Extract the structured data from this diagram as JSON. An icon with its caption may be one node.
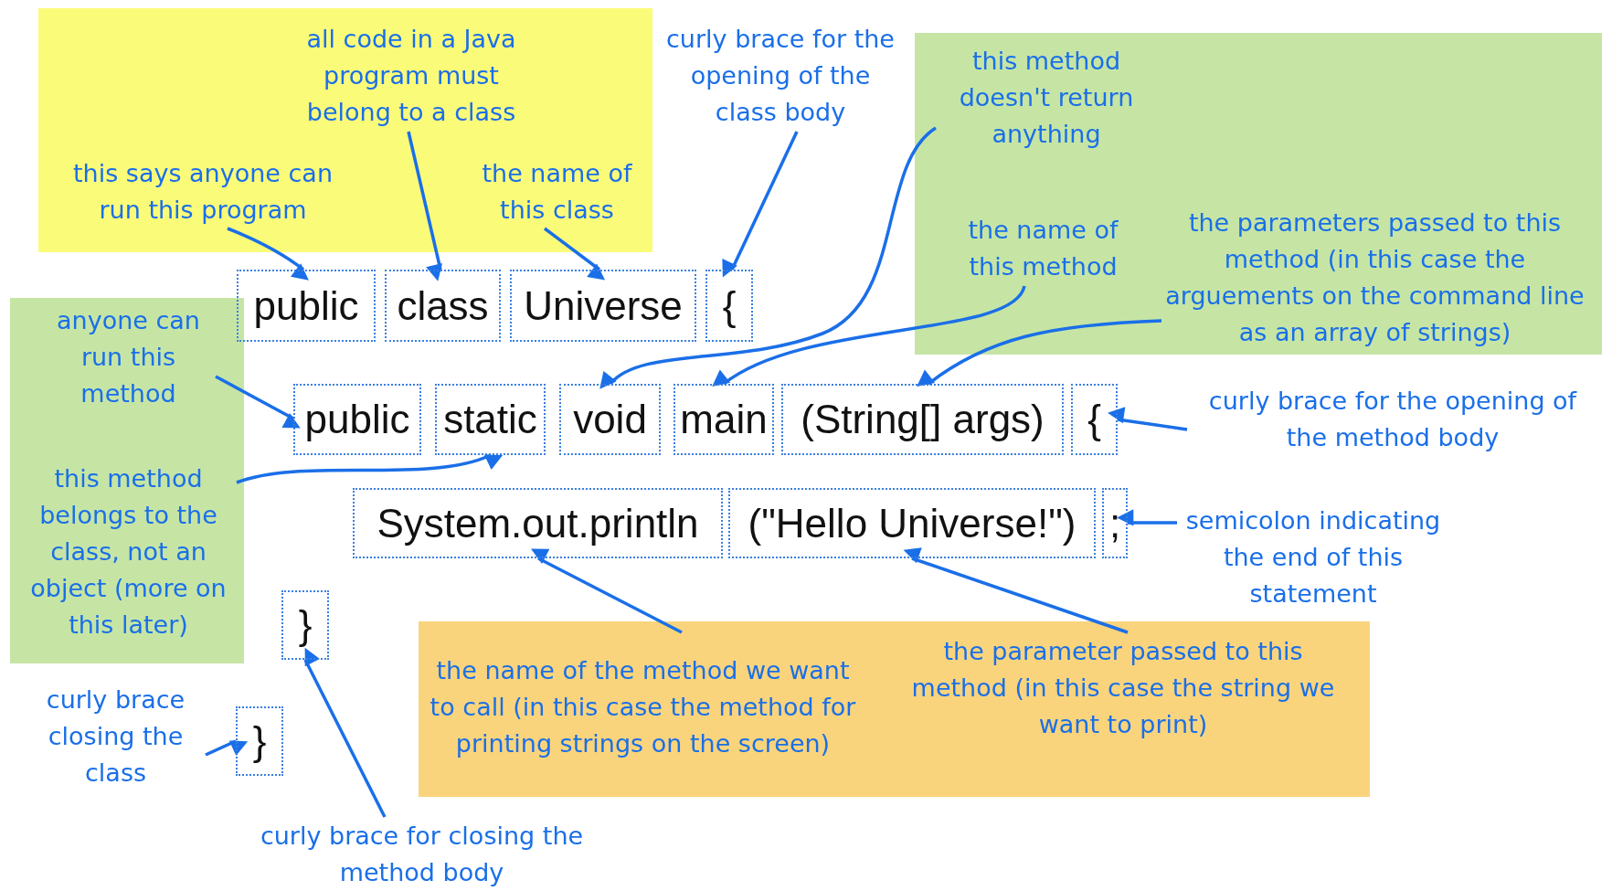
{
  "diagram": {
    "nodes": [
      {
        "text": [],
        "shape": "box"
      },
      {
        "text": [
          "all code in a Java program must belong to a class"
        ],
        "in": 0
      },
      {
        "text": [
          "curly brace for the opening of the class body"
        ]
      },
      {
        "text": [],
        "shape": "box"
      },
      {
        "text": [
          "this method doesn't return anything"
        ],
        "in": 3
      },
      {
        "text": [
          "this says anyone can run this program"
        ],
        "in": 0
      },
      {
        "text": [
          "the name of this class"
        ],
        "in": 0
      },
      {
        "text": [
          "the name of this method"
        ],
        "in": 3
      },
      {
        "text": [
          "the parameters passed to this method (in this case the arguements on the command line as an array of strings)"
        ],
        "in": 3
      },
      {
        "text": [
          "public"
        ]
      },
      {
        "text": [
          "class"
        ]
      },
      {
        "text": [
          "Universe"
        ]
      },
      {
        "text": [
          "{"
        ]
      },
      {
        "text": [],
        "shape": "box"
      },
      {
        "text": [
          "anyone can run this method"
        ],
        "in": 13
      },
      {
        "text": [
          "public"
        ]
      },
      {
        "text": [
          "static"
        ]
      },
      {
        "text": [
          "void"
        ]
      },
      {
        "text": [
          "main"
        ]
      },
      {
        "text": [
          "(String[] args)"
        ]
      },
      {
        "text": [
          "{"
        ]
      },
      {
        "text": [
          "curly brace for the opening of the method body"
        ]
      },
      {
        "text": [
          "this method belongs to the class, not an object (more on this later)"
        ],
        "in": 13
      },
      {
        "text": [
          "System.out.println"
        ]
      },
      {
        "text": [
          "(\"Hello Universe!\")"
        ]
      },
      {
        "text": [
          ";"
        ]
      },
      {
        "text": [
          "semicolon indicating the end of this statement"
        ]
      },
      {
        "text": [
          "}"
        ]
      },
      {
        "text": [],
        "shape": "box"
      },
      {
        "text": [
          "the name of the method we want to call (in this case the method for printing strings on the screen)"
        ],
        "in": 28
      },
      {
        "text": [
          "the parameter passed to this method (in this case the string we want to print)"
        ],
        "in": 28
      },
      {
        "text": [
          "curly brace closing the class"
        ]
      },
      {
        "text": [
          "}"
        ]
      },
      {
        "text": [
          "curly brace for closing the method body"
        ]
      }
    ],
    "edges": [
      {
        "from": 5,
        "to": 9,
        "arrow": "to"
      },
      {
        "from": 1,
        "to": 10,
        "arrow": "to"
      },
      {
        "from": 6,
        "to": 11,
        "arrow": "to"
      },
      {
        "from": 2,
        "to": 12,
        "arrow": "to"
      },
      {
        "from": 4,
        "to": 17,
        "arrow": "to"
      },
      {
        "from": 7,
        "to": 18,
        "arrow": "to"
      },
      {
        "from": 8,
        "to": 19,
        "arrow": "to"
      },
      {
        "from": 14,
        "to": 15,
        "arrow": "to"
      },
      {
        "from": 22,
        "to": 16,
        "arrow": "to"
      },
      {
        "from": 21,
        "to": 20,
        "arrow": "to"
      },
      {
        "from": 26,
        "to": 25,
        "arrow": "to"
      },
      {
        "from": 29,
        "to": 23,
        "arrow": "to"
      },
      {
        "from": 30,
        "to": 24,
        "arrow": "to"
      },
      {
        "from": 33,
        "to": 27,
        "arrow": "to"
      },
      {
        "from": 31,
        "to": 32,
        "arrow": "to"
      }
    ]
  }
}
